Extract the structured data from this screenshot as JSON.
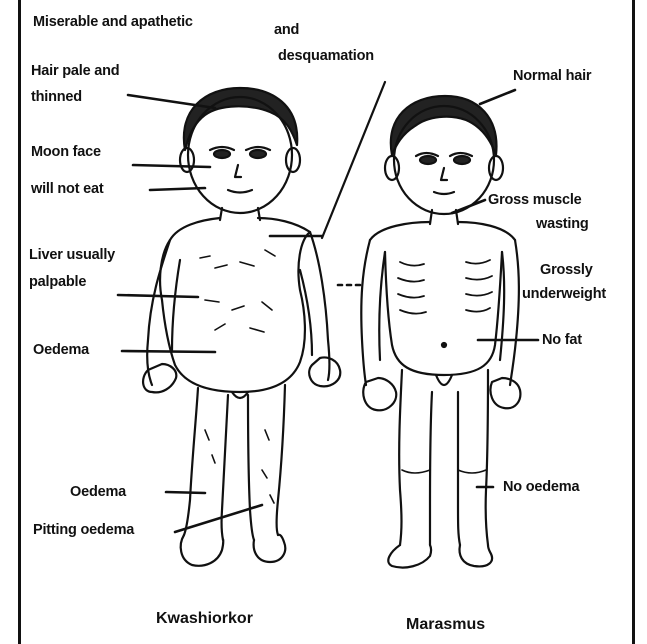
{
  "labels": {
    "miserable": "Miserable and apathetic",
    "and": "and",
    "desquamation": "desquamation",
    "hair_pale": "Hair pale and",
    "thinned": "thinned",
    "moon_face": "Moon face",
    "will_not_eat": "will not eat",
    "liver_usually": "Liver usually",
    "palpable": "palpable",
    "oedema_1": "Oedema",
    "oedema_2": "Oedema",
    "pitting_oedema": "Pitting oedema",
    "normal_hair": "Normal hair",
    "gross_muscle": "Gross muscle",
    "wasting": "wasting",
    "grossly": "Grossly",
    "underweight": "underweight",
    "no_fat": "No fat",
    "no_oedema": "No oedema"
  },
  "captions": {
    "left": "Kwashiorkor",
    "right": "Marasmus"
  }
}
